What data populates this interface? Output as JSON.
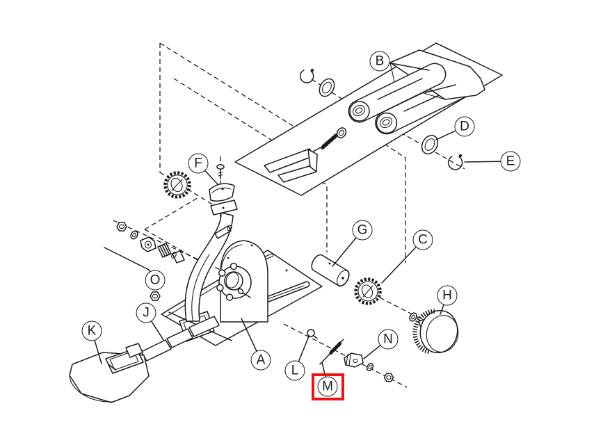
{
  "figure": {
    "background": "#ffffff",
    "line_color": "#1b1b1b"
  },
  "labels": [
    {
      "letter": "A"
    },
    {
      "letter": "B"
    },
    {
      "letter": "C"
    },
    {
      "letter": "D"
    },
    {
      "letter": "E"
    },
    {
      "letter": "F"
    },
    {
      "letter": "G"
    },
    {
      "letter": "H"
    },
    {
      "letter": "J"
    },
    {
      "letter": "K"
    },
    {
      "letter": "L"
    },
    {
      "letter": "M"
    },
    {
      "letter": "N"
    },
    {
      "letter": "O"
    }
  ],
  "highlight": {
    "target_label": "M",
    "box_color": "#f21111"
  }
}
